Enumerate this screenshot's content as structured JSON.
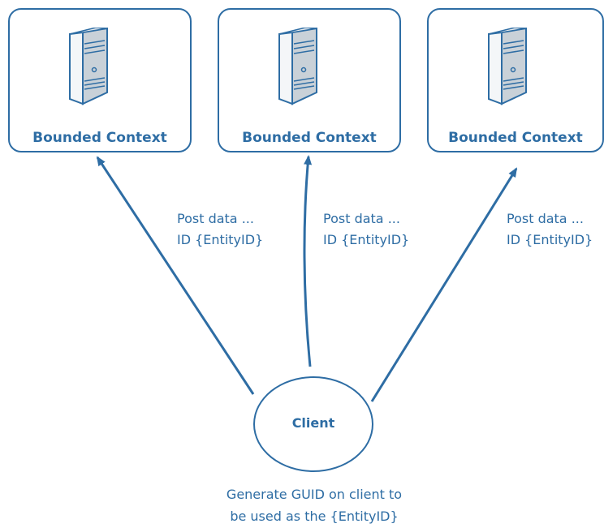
{
  "colors": {
    "accent": "#2e6da4",
    "server_body": "#f4f6f8",
    "server_shade": "#c9d1d8"
  },
  "contexts": [
    {
      "label": "Bounded Context",
      "icon": "server-icon"
    },
    {
      "label": "Bounded Context",
      "icon": "server-icon"
    },
    {
      "label": "Bounded Context",
      "icon": "server-icon"
    }
  ],
  "arrows": [
    {
      "line1": "Post data ...",
      "line2": "ID {EntityID}"
    },
    {
      "line1": "Post data ...",
      "line2": "ID {EntityID}"
    },
    {
      "line1": "Post data ...",
      "line2": "ID {EntityID}"
    }
  ],
  "client": {
    "label": "Client"
  },
  "caption": {
    "line1": "Generate GUID on client to",
    "line2": "be used as the {EntityID}"
  }
}
